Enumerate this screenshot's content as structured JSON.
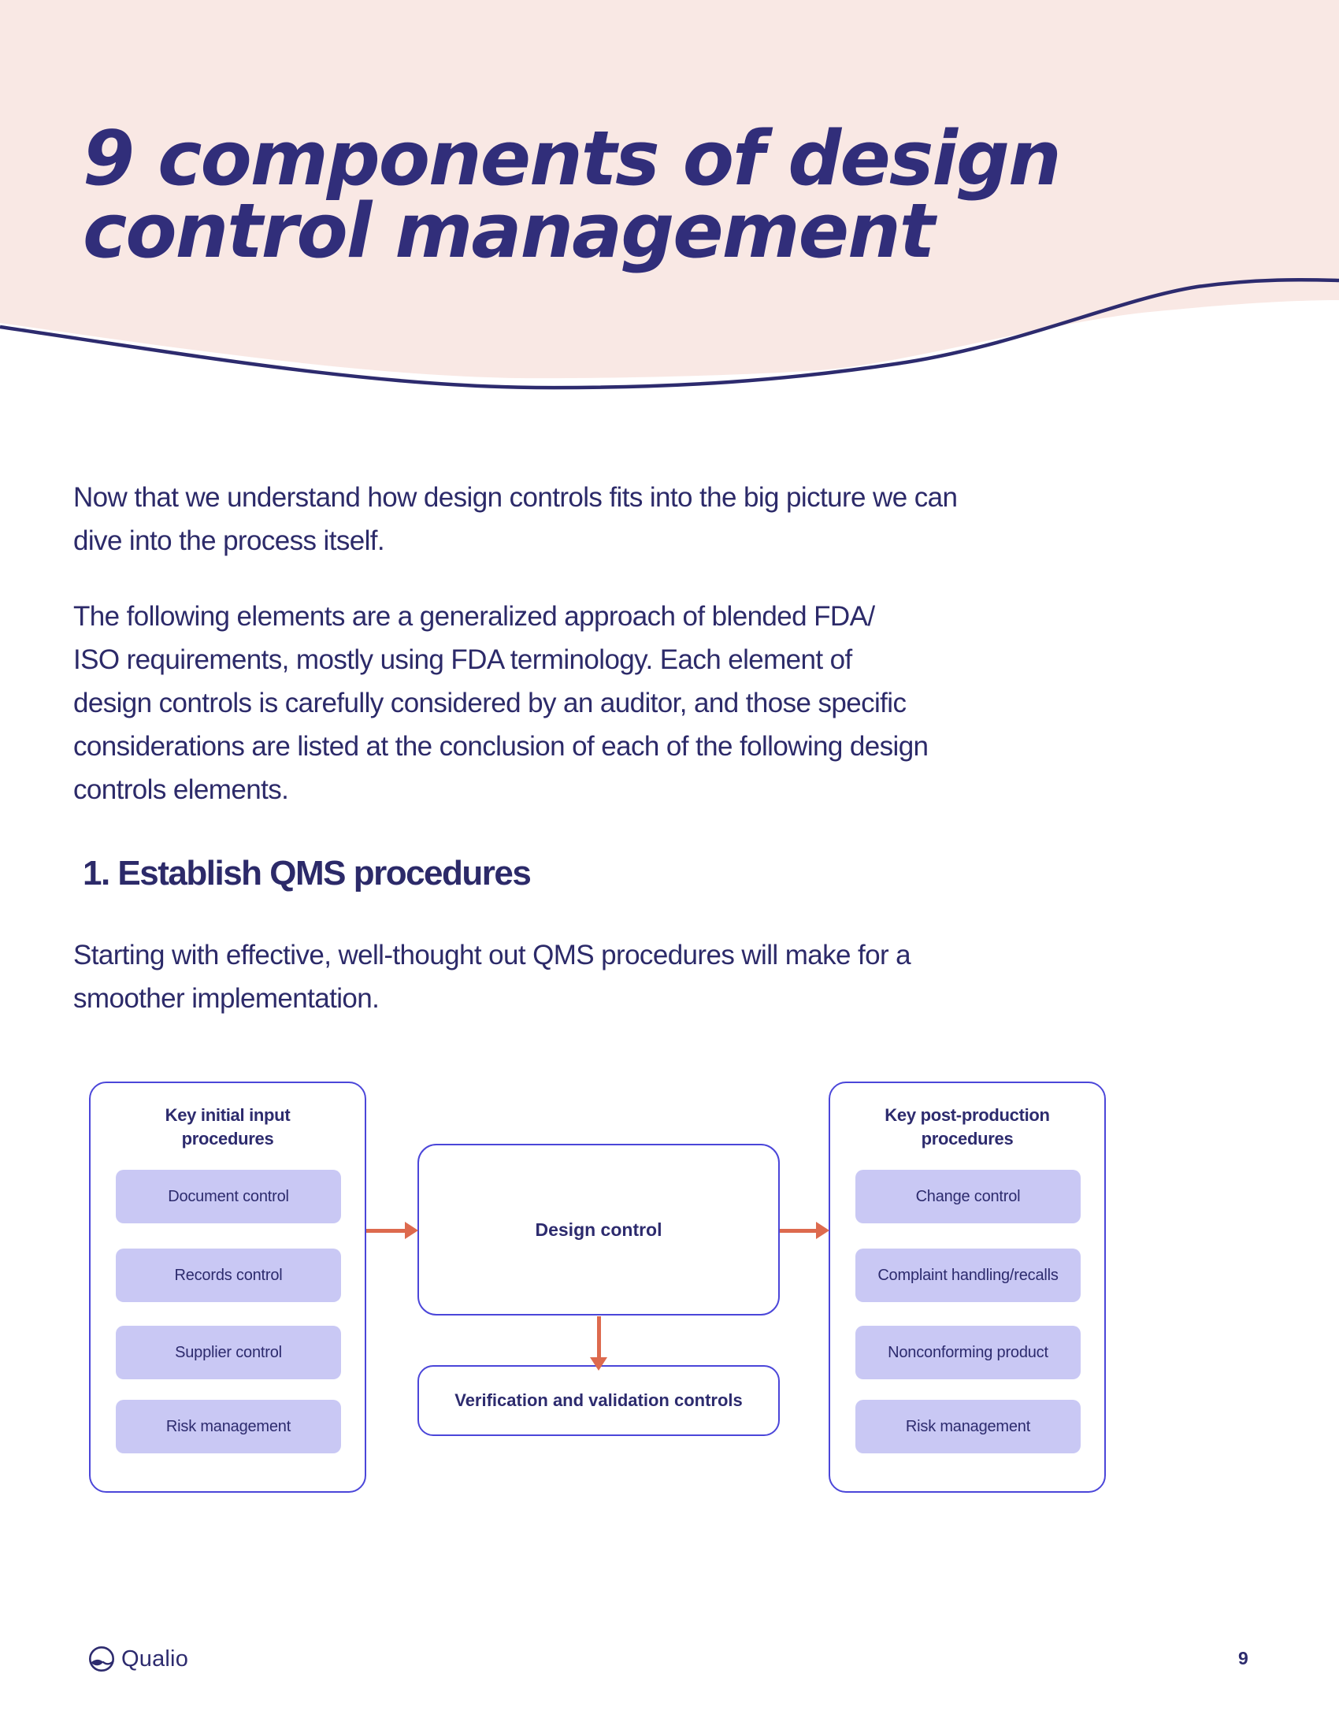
{
  "header": {
    "title_lines": [
      "9 components of design",
      "control management"
    ]
  },
  "intro": {
    "p1_lines": [
      "Now that we understand how design controls fits into the big picture we can",
      "dive into the process itself."
    ],
    "p2_lines": [
      "The following elements are a generalized approach of blended FDA/",
      "ISO requirements, mostly using FDA terminology. Each element of",
      "design controls is carefully considered by an auditor, and those specific",
      "considerations are listed at the conclusion of each of the following design",
      "controls elements."
    ]
  },
  "section": {
    "heading": "1. Establish QMS procedures",
    "p_lines": [
      "Starting with effective, well-thought out QMS procedures will make for a",
      "smoother implementation."
    ]
  },
  "diagram": {
    "left_box": {
      "title_lines": [
        "Key initial input",
        "procedures"
      ],
      "items": [
        "Document control",
        "Records control",
        "Supplier control",
        "Risk management"
      ]
    },
    "center_box": {
      "label": "Design control"
    },
    "bottom_box": {
      "label": "Verification and validation controls"
    },
    "right_box": {
      "title_lines": [
        "Key post-production",
        "procedures"
      ],
      "items": [
        "Change control",
        "Complaint handling/recalls",
        "Nonconforming product",
        "Risk management"
      ]
    }
  },
  "footer": {
    "brand": "Qualio",
    "page_number": "9"
  },
  "colors": {
    "navy_text": "#2c2a69",
    "title_navy": "#312e7a",
    "pink_header": "#f9e8e4",
    "indigo_border": "#4b46d9",
    "lavender_fill": "#c9c8f4",
    "arrow_salmon": "#dd6a4e"
  }
}
